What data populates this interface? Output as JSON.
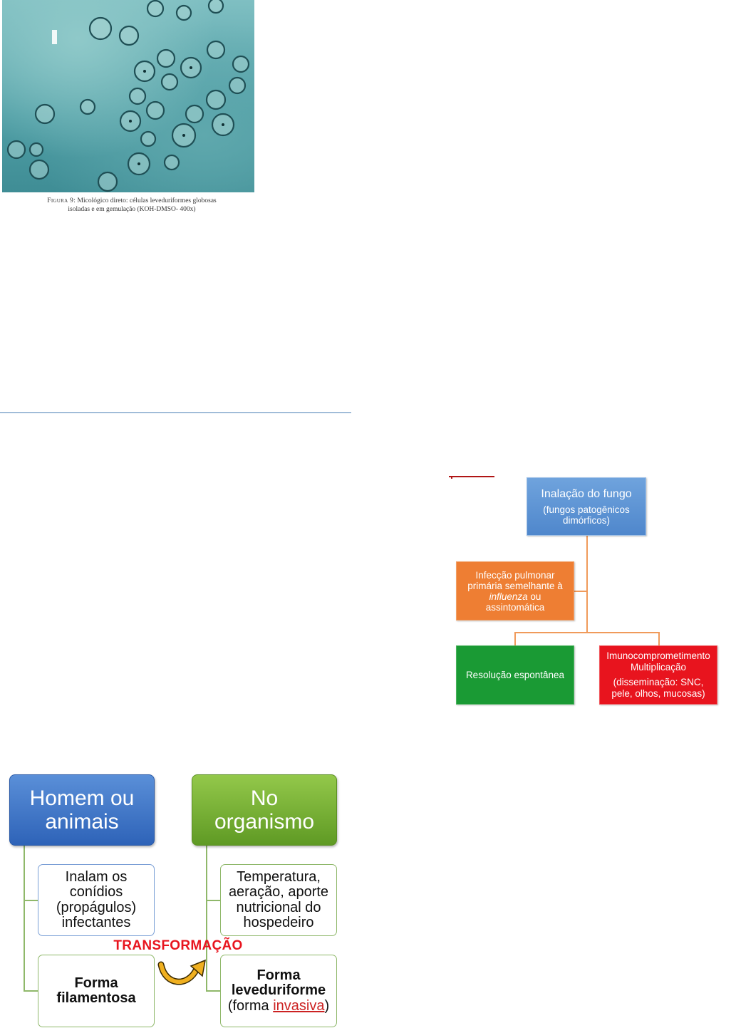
{
  "figure": {
    "caption_label": "Figura 9:",
    "caption_line1": "Micológico direto: células leveduriformes globosas",
    "caption_line2": "isoladas e em gemulação (KOH-DMSO- 400x)"
  },
  "flowchart_disease": {
    "inhalation_title": "Inalação do fungo",
    "inhalation_sub": "(fungos patogênicos dimórficos)",
    "infection_part1": "Infecção pulmonar primária semelhante à",
    "infection_italic": "influenza",
    "infection_part2": "ou assintomática",
    "resolution": "Resolução espontânea",
    "immuno_line1": "Imunocomprometimento",
    "immuno_line2": "Multiplicação",
    "immuno_line3": "(disseminação: SNC, pele, olhos, mucosas)",
    "colors": {
      "inhalation": "#4f87cc",
      "infection": "#ee7e33",
      "resolution": "#1a9a34",
      "immuno": "#e8141e"
    }
  },
  "flowchart_transform": {
    "head_left": "Homem ou animais",
    "head_right": "No organismo",
    "left_box1": "Inalam os conídios (propágulos) infectantes",
    "left_box2": "Forma filamentosa",
    "right_box1": "Temperatura, aeração, aporte nutricional do hospedeiro",
    "right_box2_bold": "Forma leveduriforme",
    "right_box2_pre": "(forma",
    "right_box2_red": "invasiva",
    "right_box2_post": ")",
    "transform_label": "TRANSFORMAÇÃO",
    "colors": {
      "head_left": "#2e63b8",
      "head_right": "#5f9a24",
      "arrow": "#f0b020",
      "transform": "#e8141e"
    }
  }
}
